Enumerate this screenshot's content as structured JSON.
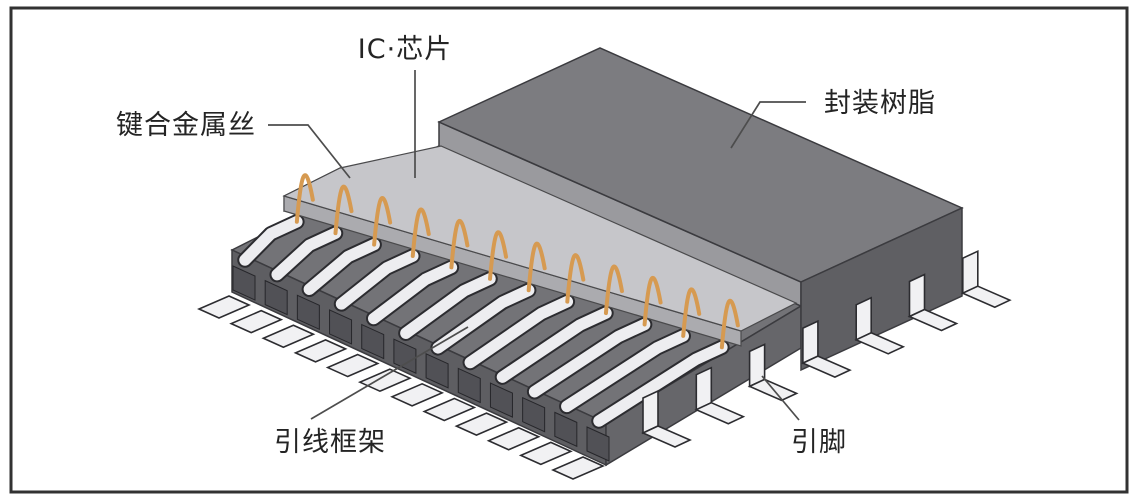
{
  "diagram": {
    "type": "technical-illustration",
    "subject": "IC package cutaway structure",
    "labels": {
      "ic_chip": "IC·芯片",
      "bonding_wire": "键合金属丝",
      "molding_resin": "封装树脂",
      "lead_frame": "引线框架",
      "pin": "引脚"
    },
    "colors": {
      "background": "#ffffff",
      "border": "#323232",
      "resin_top": "#7c7c80",
      "resin_front": "#5f5f63",
      "resin_cut_face": "#9a9a9e",
      "leadframe_top": "#737377",
      "leadframe_front_left": "#5e5e62",
      "leadframe_front_right": "#66666a",
      "step_block": "#515156",
      "chip_top": "#c6c6ca",
      "chip_front": "#ababaf",
      "chip_side": "#b8b8bc",
      "lead_finger": "#ededf0",
      "finger_outline": "#2c2c30",
      "pin_fill": "#f1f1f3",
      "bond_wire": "#d69a51",
      "leader_line": "#4d4d4d",
      "label_text": "#242424"
    },
    "counts": {
      "bond_wires": 12,
      "left_pins": 12,
      "right_pins": 7
    }
  }
}
